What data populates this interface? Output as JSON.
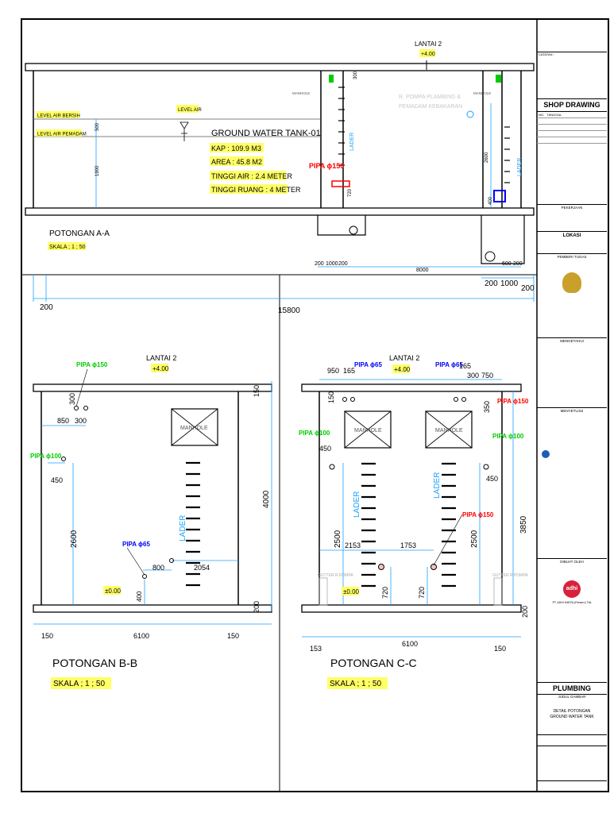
{
  "colors": {
    "line": "#000000",
    "dim": "#1aa3ff",
    "pipe_red": "#ff0000",
    "pipe_green": "#00cc00",
    "pipe_blue": "#0000ff",
    "highlight": "#ffff66",
    "ghost": "#c8c8c8"
  },
  "section_a": {
    "title": "POTONGAN A-A",
    "scale": "SKALA   ; 1 ; 50",
    "level_air_bersih": "LEVEL AIR BERSIH",
    "level_air_pemadam": "LEVEL AIR PEMADAM",
    "level_air": "LEVEL AIR",
    "tank_name": "GROUND WATER TANK-01",
    "kap": "KAP  :  109.9  M3",
    "area": "AREA  :  45.8  M2",
    "tinggi_air": "TINGGI AIR  :  2.4  METER",
    "tinggi_ruang": "TINGGI RUANG  :  4  METER",
    "pipa": "PIPA ϕ150",
    "lantai": "LANTAI 2",
    "lantai_level": "+4.00",
    "room_label_1": "R. POMPA PLAMBING &",
    "room_label_2": "PEMADAM KEBAKARAN",
    "manhole": "MANHOLE",
    "lader": "LADER",
    "d500": "500",
    "d1900": "1900",
    "d2600": "2600",
    "d720": "720",
    "d300": "300",
    "d400": "400",
    "bottom_dims": [
      "200",
      "1000",
      "200",
      "8000",
      "600",
      "200"
    ],
    "right_dims": [
      "200",
      "1000",
      "200"
    ],
    "d200": "200",
    "d15800": "15800"
  },
  "section_b": {
    "title": "POTONGAN B-B",
    "scale": "SKALA   ; 1 ; 50",
    "lantai": "LANTAI 2",
    "lantai_level": "+4.00",
    "pipa150": "PIPA ϕ150",
    "pipa100": "PIPA ϕ100",
    "pipa65": "PIPA ϕ65",
    "manhole": "MANHOLE",
    "lader": "LADER",
    "level0": "±0.00",
    "dims": {
      "d300": "300",
      "d850": "850",
      "d300b": "300",
      "d450": "450",
      "d2600": "2600",
      "d4000": "4000",
      "d800": "800",
      "d2054": "2054",
      "d400": "400",
      "d150": "150",
      "d6100": "6100",
      "d150b": "150",
      "d150c": "150",
      "d200": "200"
    }
  },
  "section_c": {
    "title": "POTONGAN C-C",
    "scale": "SKALA   ; 1 ; 50",
    "lantai": "LANTAI 2",
    "lantai_level": "+4.00",
    "pipa65a": "PIPA ϕ65",
    "pipa65b": "PIPA ϕ65",
    "pipa150a": "PIPA ϕ150",
    "pipa150b": "PIPA ϕ150",
    "pipa100a": "PIPA ϕ100",
    "pipa100b": "PIPA ϕ100",
    "manhole": "MANHOLE",
    "lader": "LADER",
    "gutter": "GUTTER R.POMPA",
    "level0": "±0.00",
    "dims": {
      "d950": "950",
      "d165": "165",
      "d165b": "165",
      "d300": "300",
      "d750": "750",
      "d150": "150",
      "d350": "350",
      "d450": "450",
      "d450b": "450",
      "d2500": "2500",
      "d2500b": "2500",
      "d3850": "3850",
      "d2153": "2153",
      "d1753": "1753",
      "d720": "720",
      "d720b": "720",
      "d153": "153",
      "d6100": "6100",
      "d150b": "150",
      "d200": "200"
    }
  },
  "title_block": {
    "catatan": "CATATAN :",
    "shop_drawing": "SHOP DRAWING",
    "no": "NO.",
    "tanggal": "TANGGAL",
    "pekerjaan": "PEKERJAAN",
    "lokasi": "LOKASI",
    "pemberi_tugas": "PEMBERI TUGAS",
    "mengetahui": "MENGETAHUI",
    "menyetujui": "MENYETUJUI",
    "dibuat_oleh": "DIBUAT OLEH",
    "kontraktor_name": "PT. ADHI KARYA (Persero) Tbk",
    "logo_text": "adhi",
    "discipline": "PLUMBING",
    "judul": "JUDUL GAMBAR",
    "judul_1": "DETAIL POTONGAN",
    "judul_2": "GROUND WATER TANK"
  }
}
